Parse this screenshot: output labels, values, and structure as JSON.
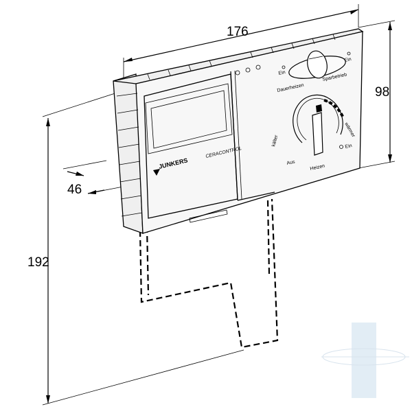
{
  "dimensions": {
    "width": "176",
    "height_device": "98",
    "depth": "46",
    "height_total": "192"
  },
  "device": {
    "brand": "JUNKERS",
    "model": "CERACONTROL",
    "switch_left_top": "Ein",
    "switch_right_top": "Ein",
    "switch_left_label": "Dauerheizen",
    "switch_right_label": "Sparbetrieb",
    "knob_cold": "kälter",
    "knob_warm": "wärmer",
    "knob_off": "Aus",
    "knob_on": "Ein",
    "knob_mode": "Heizen"
  },
  "colors": {
    "line": "#000000",
    "body": "#efefef",
    "watermark": "#d7e6f2"
  }
}
